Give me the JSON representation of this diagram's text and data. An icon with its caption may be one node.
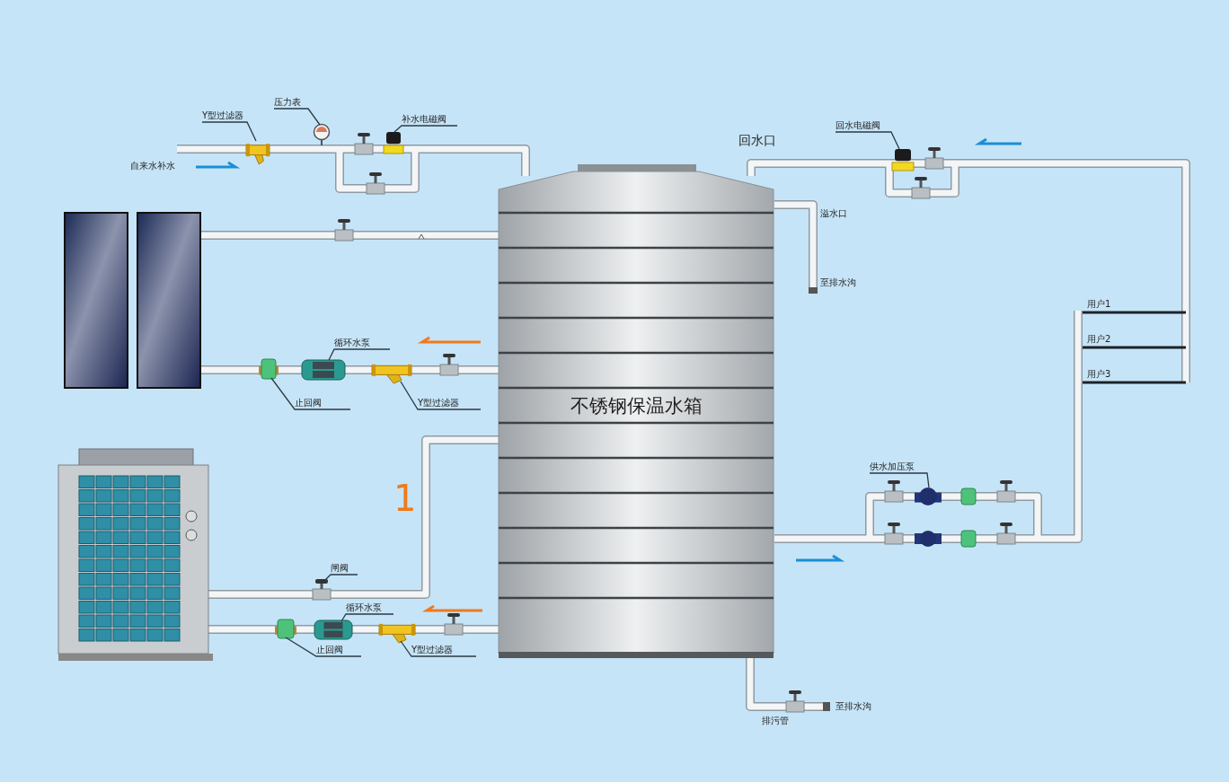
{
  "diagram": {
    "nodes": [
      {
        "text": [
          "Y型过滤器"
        ]
      },
      {
        "text": [],
        "shape": "picture"
      },
      {
        "text": [
          "压力表"
        ]
      },
      {
        "text": [],
        "shape": "picture"
      },
      {
        "text": [
          "补水电磁阀"
        ]
      },
      {
        "text": [],
        "shape": "picture"
      },
      {
        "text": [
          "回水电磁阀"
        ]
      },
      {
        "text": [],
        "shape": "picture"
      },
      {
        "text": [
          "循环水泵"
        ]
      },
      {
        "text": [],
        "shape": "picture"
      },
      {
        "text": [
          "止回阀"
        ]
      },
      {
        "text": [],
        "shape": "box"
      },
      {
        "text": [
          "Y型过滤器"
        ]
      },
      {
        "text": [],
        "shape": "picture"
      },
      {
        "text": [
          "闸阀"
        ]
      },
      {
        "text": [],
        "shape": "box"
      },
      {
        "text": [
          "循环水泵"
        ]
      },
      {
        "text": [],
        "shape": "picture"
      },
      {
        "text": [
          "止回阀"
        ]
      },
      {
        "text": [],
        "shape": "box"
      },
      {
        "text": [
          "Y型过滤器"
        ]
      },
      {
        "text": [],
        "shape": "picture"
      },
      {
        "text": [
          "供水加压泵"
        ]
      },
      {
        "text": [],
        "shape": "circle"
      },
      {
        "text": [
          "不锈钢保温水箱"
        ]
      }
    ],
    "edges": [
      {
        "from": 0,
        "to": 1,
        "arrow": "none"
      },
      {
        "from": 2,
        "to": 3,
        "arrow": "none"
      },
      {
        "from": 4,
        "to": 5,
        "arrow": "none"
      },
      {
        "from": 6,
        "to": 7,
        "arrow": "none"
      },
      {
        "from": 8,
        "to": 9,
        "arrow": "none"
      },
      {
        "from": 10,
        "to": 11,
        "arrow": "none"
      },
      {
        "from": 12,
        "to": 13,
        "arrow": "none"
      },
      {
        "from": 14,
        "to": 15,
        "arrow": "none"
      },
      {
        "from": 16,
        "to": 17,
        "arrow": "none"
      },
      {
        "from": 18,
        "to": 19,
        "arrow": "none"
      },
      {
        "from": 20,
        "to": 21,
        "arrow": "none"
      },
      {
        "from": 22,
        "to": 23,
        "arrow": "none"
      }
    ],
    "labels": [
      "回水口",
      "自来水补水",
      "溢水口",
      "至排水沟",
      "用户1",
      "用户2",
      "用户3",
      "1",
      "至排水沟",
      "排污管"
    ]
  }
}
